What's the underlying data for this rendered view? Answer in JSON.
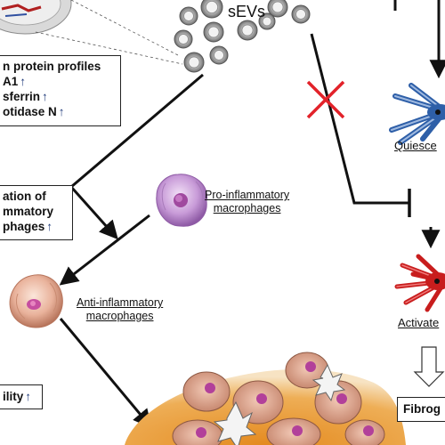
{
  "labels": {
    "sevs": "sEVs",
    "pro_inflammatory": [
      "Pro-inflammatory",
      "macrophages"
    ],
    "anti_inflammatory": [
      "Anti-inflammatory",
      "macrophages"
    ],
    "quiescent": "Quiesce",
    "activated": "Activate"
  },
  "boxes": {
    "protein_profiles": {
      "lines": [
        "n protein profiles",
        "A1",
        "sferrin",
        "otidase N"
      ],
      "arrows": [
        "",
        "↑",
        "↑",
        "↑"
      ]
    },
    "polarization": {
      "lines": [
        "ation of",
        "mmatory",
        "phages"
      ],
      "arrows": [
        "",
        "",
        "↑"
      ]
    },
    "motility": {
      "text": "ility",
      "arrow": "↑"
    },
    "fibrogenesis": {
      "text": "Fibrog"
    }
  },
  "colors": {
    "arrow": "#111111",
    "inhibition_cross": "#e2222a",
    "up_arrow": "#1f3a7a",
    "pro_macrophage": "#c89bd8",
    "anti_macrophage": "#e9b29b",
    "liver": "#e9a64c",
    "quiescent_hsc": "#2e5fa8",
    "activated_hsc": "#c81d1d"
  }
}
